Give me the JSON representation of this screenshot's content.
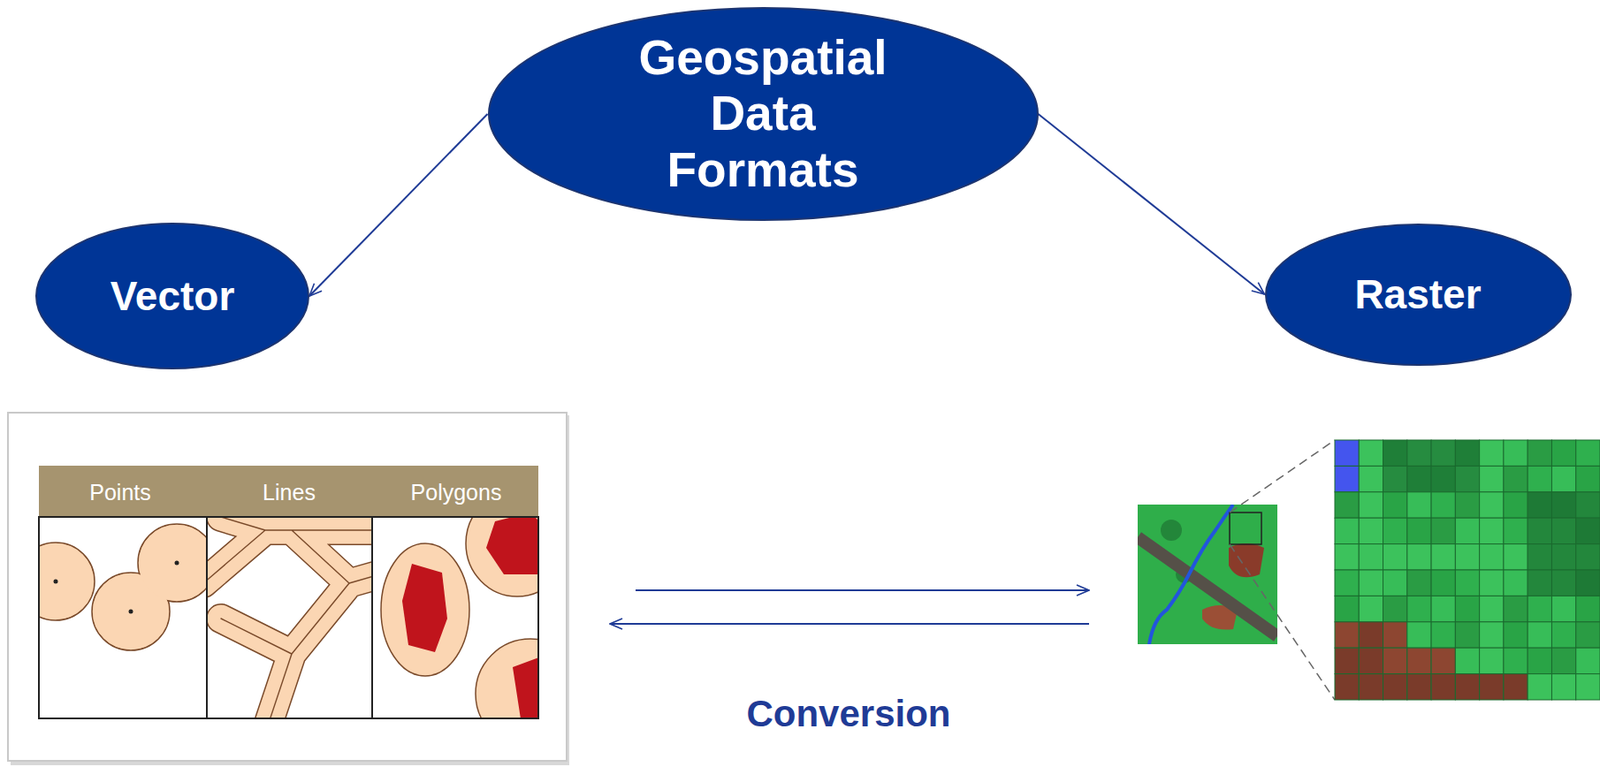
{
  "diagram": {
    "nodes": [
      {
        "text": [
          "Geospatial Data Formats"
        ]
      },
      {
        "text": [
          "Vector"
        ]
      },
      {
        "text": [
          "Raster"
        ]
      }
    ],
    "edges": [
      {
        "from": 0,
        "to": 1,
        "arrow": "to"
      },
      {
        "from": 0,
        "to": 2,
        "arrow": "to"
      }
    ],
    "labels": [
      "Points",
      "Lines",
      "Polygons",
      "Conversion"
    ]
  }
}
